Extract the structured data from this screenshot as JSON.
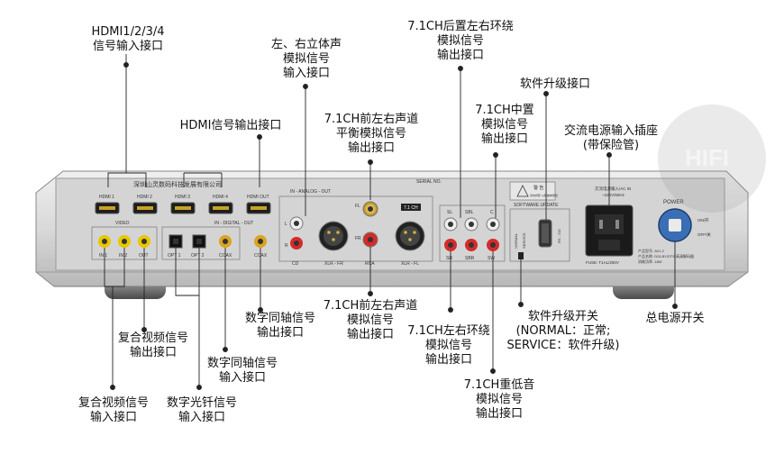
{
  "panel": {
    "brand": "深圳山灵数码科技发展有限公司",
    "serial": "SERIAL NO.",
    "analog_out": "IN - ANALOG - OUT",
    "digital_out": "IN - DIGITAL - OUT",
    "video": "VIDEO",
    "software_update": "SOFTWARE UPDATE",
    "power": "POWER",
    "on": "ON/开",
    "off": "OFF/关",
    "warning": "警 告",
    "warning_sub": "请勿拆卸 以防触电危险",
    "ac_in": "交流电源输入/AC IN",
    "ac_volt": "~220V/50Hz",
    "fuse": "FUSE: T1AL/250V",
    "rs232": "RS - 232",
    "normal": "NORMAL",
    "service": "SERVICE",
    "hdmi_labels": [
      "HDMI 1",
      "HDMI 2",
      "HDMI 3",
      "HDMI 4",
      "HDMI OUT"
    ],
    "video_labels": [
      "IN 1",
      "IN 2",
      "OUT"
    ],
    "digital_labels": [
      "OPT 1",
      "OPT 2",
      "COAX",
      "COAX"
    ],
    "analog_labels": [
      "CD",
      "XLR - FR",
      "RCA",
      "XLR - FL"
    ],
    "top_labels": [
      "FL",
      "FR",
      "7.1 CH"
    ],
    "sl_labels": [
      "SL",
      "SBL",
      "C"
    ],
    "sr_labels": [
      "SR",
      "SBR",
      "SW"
    ],
    "cd_channels": [
      "L",
      "R"
    ],
    "product_lines": [
      "产品型号:    AV1.2",
      "产品名称: DOLBY/DTS 高清解码器",
      "消耗功率: 18W"
    ],
    "watermark": "HIFI"
  },
  "callouts": {
    "hdmi_in": [
      "HDMI1/2/3/4",
      "信号输入接口"
    ],
    "analog_in": [
      "左、右立体声",
      "模拟信号",
      "输入接口"
    ],
    "rear_surround_out": [
      "7.1CH后置左右环绕",
      "模拟信号",
      "输出接口"
    ],
    "software_port": [
      "软件升级接口"
    ],
    "center_out": [
      "7.1CH中置",
      "模拟信号",
      "输出接口"
    ],
    "hdmi_out": [
      "HDMI信号输出接口"
    ],
    "balanced_out": [
      "7.1CH前左右声道",
      "平衡模拟信号",
      "输出接口"
    ],
    "ac_socket": [
      "交流电源输入插座",
      "(带保险管)"
    ],
    "coax_out": [
      "数字同轴信号",
      "输出接口"
    ],
    "video_out": [
      "复合视频信号",
      "输出接口"
    ],
    "front_out": [
      "7.1CH前左右声道",
      "模拟信号",
      "输出接口"
    ],
    "software_switch": [
      "软件升级开关",
      "(NORMAL：正常;",
      "SERVICE：软件升级)"
    ],
    "power_switch": [
      "总电源开关"
    ],
    "surround_out": [
      "7.1CH左右环绕",
      "模拟信号",
      "输出接口"
    ],
    "coax_in": [
      "数字同轴信号",
      "输入接口"
    ],
    "sub_out": [
      "7.1CH重低音",
      "模拟信号",
      "输出接口"
    ],
    "video_in": [
      "复合视频信号",
      "输入接口"
    ],
    "optical_in": [
      "数字光钎信号",
      "输入接口"
    ]
  }
}
